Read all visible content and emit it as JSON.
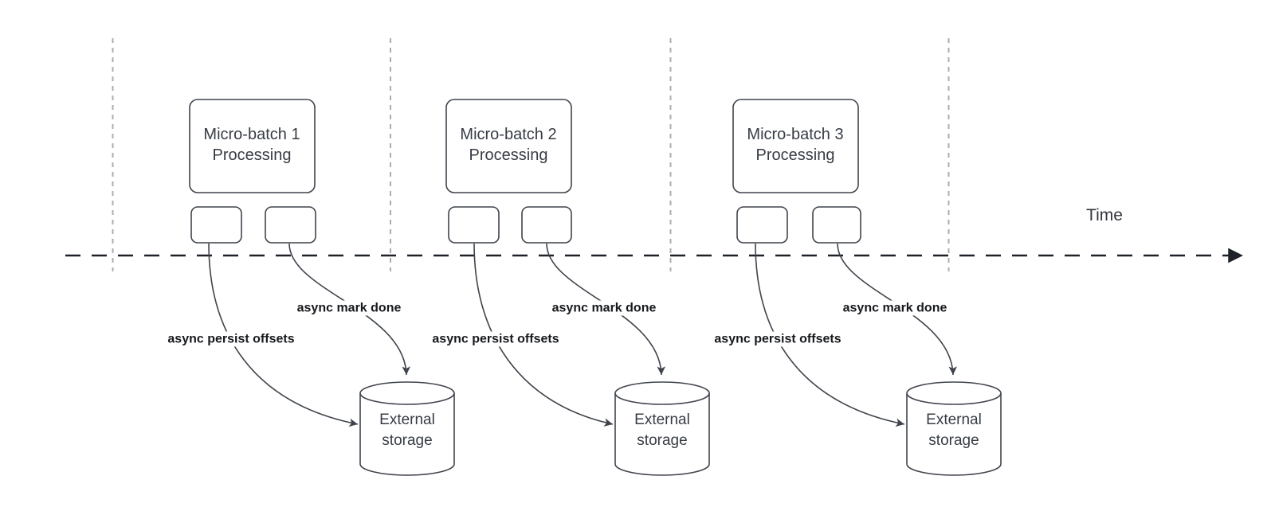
{
  "diagram": {
    "description": "Micro-batch streaming timeline with async checkpointing to external storage",
    "time_axis": {
      "label": "Time"
    },
    "groups": [
      {
        "box_line1": "Micro-batch 1",
        "box_line2": "Processing",
        "persist_label": "async persist offsets",
        "done_label": "async mark done",
        "storage_line1": "External",
        "storage_line2": "storage"
      },
      {
        "box_line1": "Micro-batch 2",
        "box_line2": "Processing",
        "persist_label": "async persist offsets",
        "done_label": "async mark done",
        "storage_line1": "External",
        "storage_line2": "storage"
      },
      {
        "box_line1": "Micro-batch 3",
        "box_line2": "Processing",
        "persist_label": "async persist offsets",
        "done_label": "async mark done",
        "storage_line1": "External",
        "storage_line2": "storage"
      }
    ],
    "colors": {
      "background": "#ffffff",
      "shape_stroke": "#3f444c",
      "timeline_stroke": "#1f2228",
      "gridline_stroke": "#a9acb2",
      "box_text": "#373c44",
      "edge_label_text": "#17191d"
    }
  }
}
